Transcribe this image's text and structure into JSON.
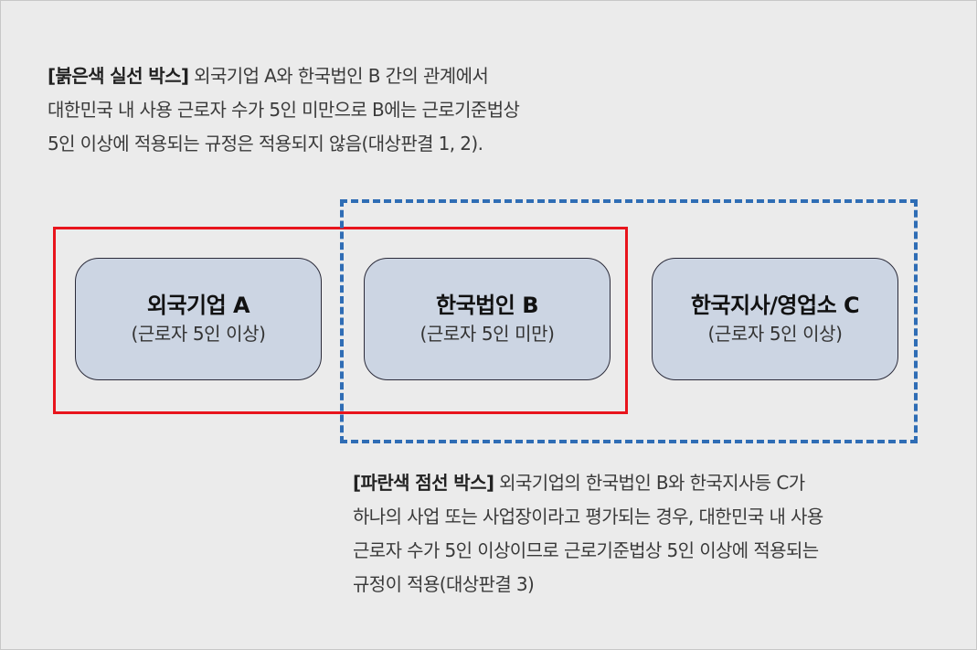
{
  "red_note": {
    "lead": "[붉은색 실선 박스]",
    "line1": " 외국기업 A와 한국법인 B 간의 관계에서",
    "line2": "대한민국 내 사용 근로자 수가 5인 미만으로 B에는 근로기준법상",
    "line3": "5인 이상에 적용되는 규정은 적용되지 않음(대상판결 1, 2)."
  },
  "blue_note": {
    "lead": "[파란색 점선 박스]",
    "line1": " 외국기업의 한국법인 B와 한국지사등 C가",
    "line2": "하나의 사업 또는 사업장이라고 평가되는 경우, 대한민국 내 사용",
    "line3": "근로자 수가 5인 이상이므로 근로기준법상 5인 이상에 적용되는",
    "line4": "규정이 적용(대상판결 3)"
  },
  "entities": [
    {
      "name": "외국기업 A",
      "sub": "(근로자 5인 이상)"
    },
    {
      "name": "한국법인 B",
      "sub": "(근로자 5인 미만)"
    },
    {
      "name": "한국지사/영업소 C",
      "sub": "(근로자 5인 이상)"
    }
  ],
  "colors": {
    "red_box": "#e8141c",
    "blue_box": "#2f6db5",
    "entity_fill": "#ccd5e3"
  }
}
